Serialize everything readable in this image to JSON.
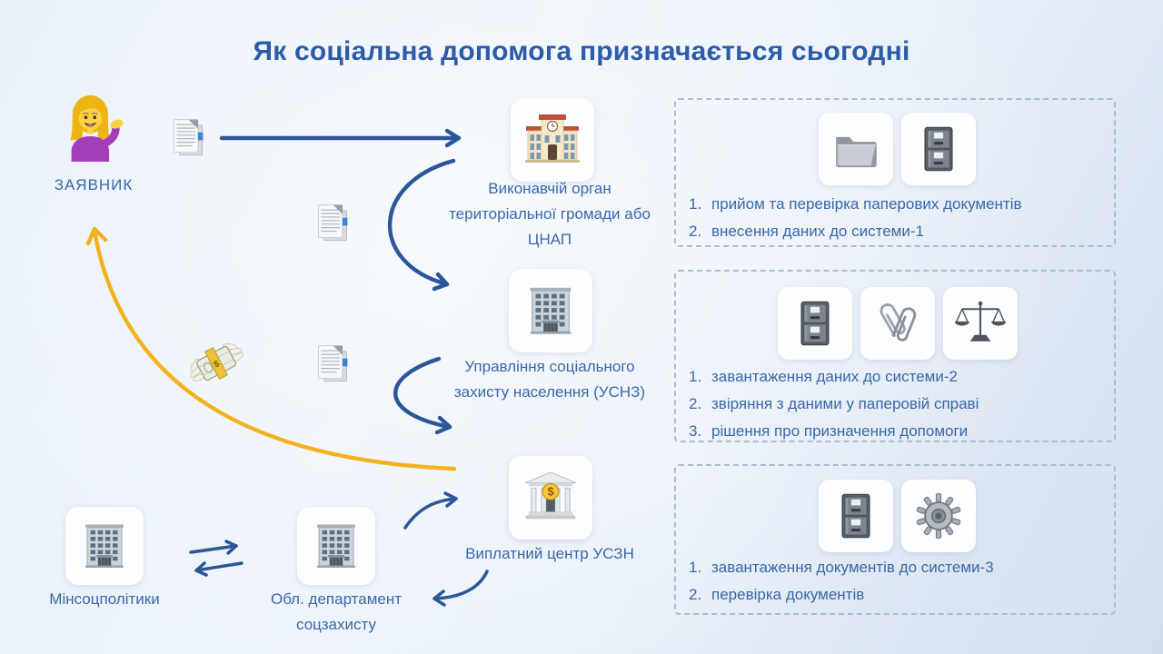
{
  "title": "Як соціальна допомога призначається сьогодні",
  "applicant": {
    "label": "ЗАЯВНИК",
    "icon": "woman-tipping-hand"
  },
  "nodes": {
    "executive_body": {
      "label": "Виконавчій орган територіальної громади або ЦНАП",
      "icon": "government-building-with-clock"
    },
    "usnz": {
      "label": "Управління соціального захисту населення (УСНЗ)",
      "icon": "office-building"
    },
    "payment_center": {
      "label": "Виплатний центр УСЗН",
      "icon": "bank-building"
    },
    "ministry": {
      "label": "Мінсоцполітики",
      "icon": "office-building"
    },
    "regional_dept": {
      "label": "Обл. департамент соцзахисту",
      "icon": "office-building"
    }
  },
  "flow_icons": {
    "documents": "bookmark-tabs-document",
    "money": "money-with-wings"
  },
  "process_boxes": [
    {
      "icons": [
        "folder",
        "file-cabinet"
      ],
      "items": [
        {
          "num": "1.",
          "text": "прийом та перевірка паперових документів"
        },
        {
          "num": "2.",
          "text": "внесення даних до системи-1"
        }
      ]
    },
    {
      "icons": [
        "file-cabinet",
        "linked-paperclips",
        "balance-scales"
      ],
      "items": [
        {
          "num": "1.",
          "text": "завантаження даних до системи-2"
        },
        {
          "num": "2.",
          "text": "звіряння з даними у паперовій справі"
        },
        {
          "num": "3.",
          "text": "рішення про призначення допомоги"
        }
      ]
    },
    {
      "icons": [
        "file-cabinet",
        "gear"
      ],
      "items": [
        {
          "num": "1.",
          "text": "завантаження документів до системи-3"
        },
        {
          "num": "2.",
          "text": "перевірка документів"
        }
      ]
    }
  ],
  "colors": {
    "title": "#2c5ba8",
    "text": "#3a67a8",
    "arrow_blue": "#2b5799",
    "arrow_yellow": "#f3b11d",
    "dashed_border": "#aebdd3"
  }
}
